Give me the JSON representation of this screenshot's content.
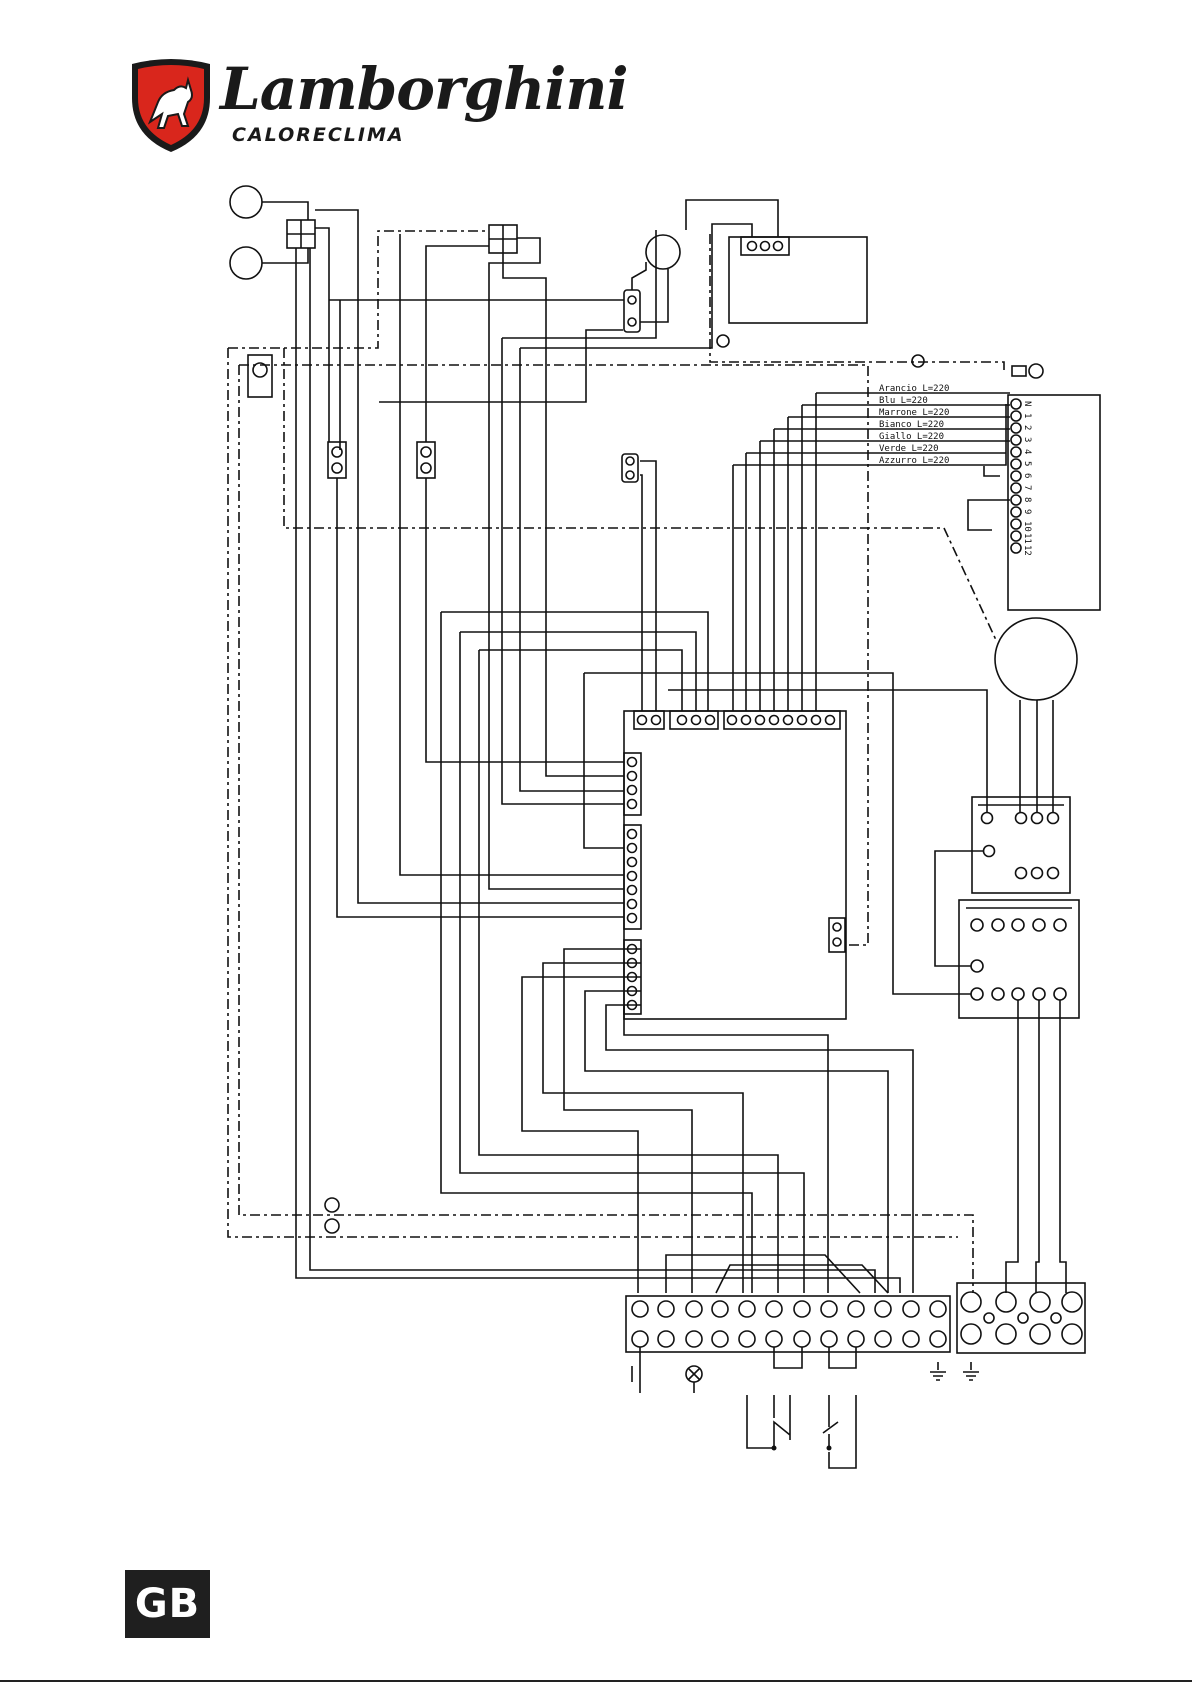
{
  "brand": {
    "name": "Lamborghini",
    "subtitle": "CALORECLIMA",
    "shield_color": "#d9261c"
  },
  "wire_labels": [
    "Arancio L=220",
    "Blu L=220",
    "Marrone L=220",
    "Bianco L=220",
    "Giallo L=220",
    "Verde L=220",
    "Azzurro L=220"
  ],
  "terminal_numbers": [
    "N",
    "1",
    "2",
    "3",
    "4",
    "5",
    "6",
    "7",
    "8",
    "9",
    "10",
    "11",
    "12"
  ],
  "language_badge": "GB"
}
